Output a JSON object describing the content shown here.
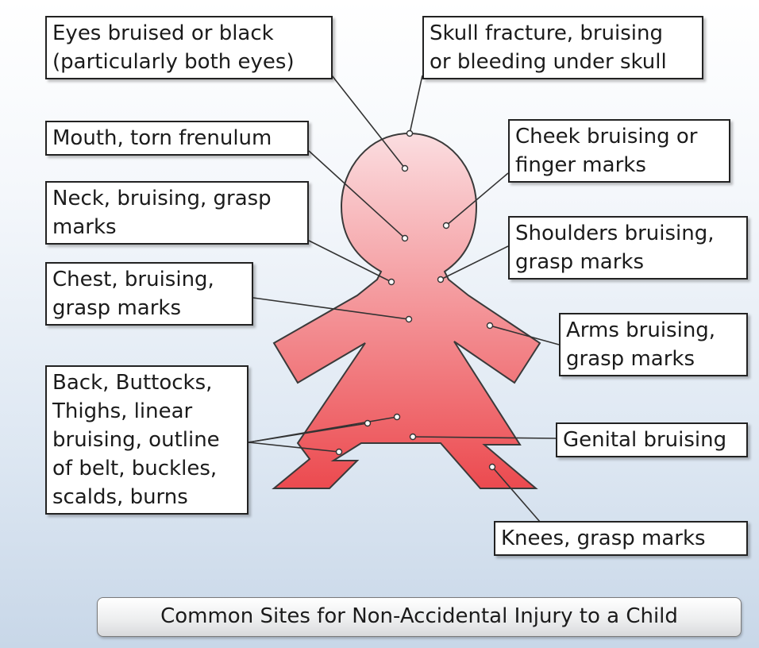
{
  "caption": "Common Sites for Non-Accidental Injury to a Child",
  "colors": {
    "figure_top": "#fbdde0",
    "figure_bottom": "#ec4a4f",
    "figure_outline": "#3a3a3a",
    "leader_line": "#333333",
    "background_top": "#ffffff",
    "background_bottom": "#c8d7e8"
  },
  "labels": {
    "eyes": [
      "Eyes bruised or black",
      "(particularly both eyes)"
    ],
    "skull": [
      "Skull fracture, bruising",
      "or bleeding under skull"
    ],
    "mouth": [
      "Mouth, torn frenulum"
    ],
    "cheek": [
      "Cheek bruising or",
      "finger marks"
    ],
    "neck": [
      "Neck, bruising, grasp",
      "marks"
    ],
    "shoulders": [
      "Shoulders bruising,",
      "grasp marks"
    ],
    "chest": [
      "Chest, bruising,",
      "grasp marks"
    ],
    "arms": [
      "Arms bruising,",
      "grasp marks"
    ],
    "back": [
      "Back, Buttocks,",
      "Thighs, linear",
      "bruising, outline",
      "of belt, buckles,",
      "scalds, burns"
    ],
    "genital": [
      "Genital bruising"
    ],
    "knees": [
      "Knees, grasp marks"
    ]
  }
}
